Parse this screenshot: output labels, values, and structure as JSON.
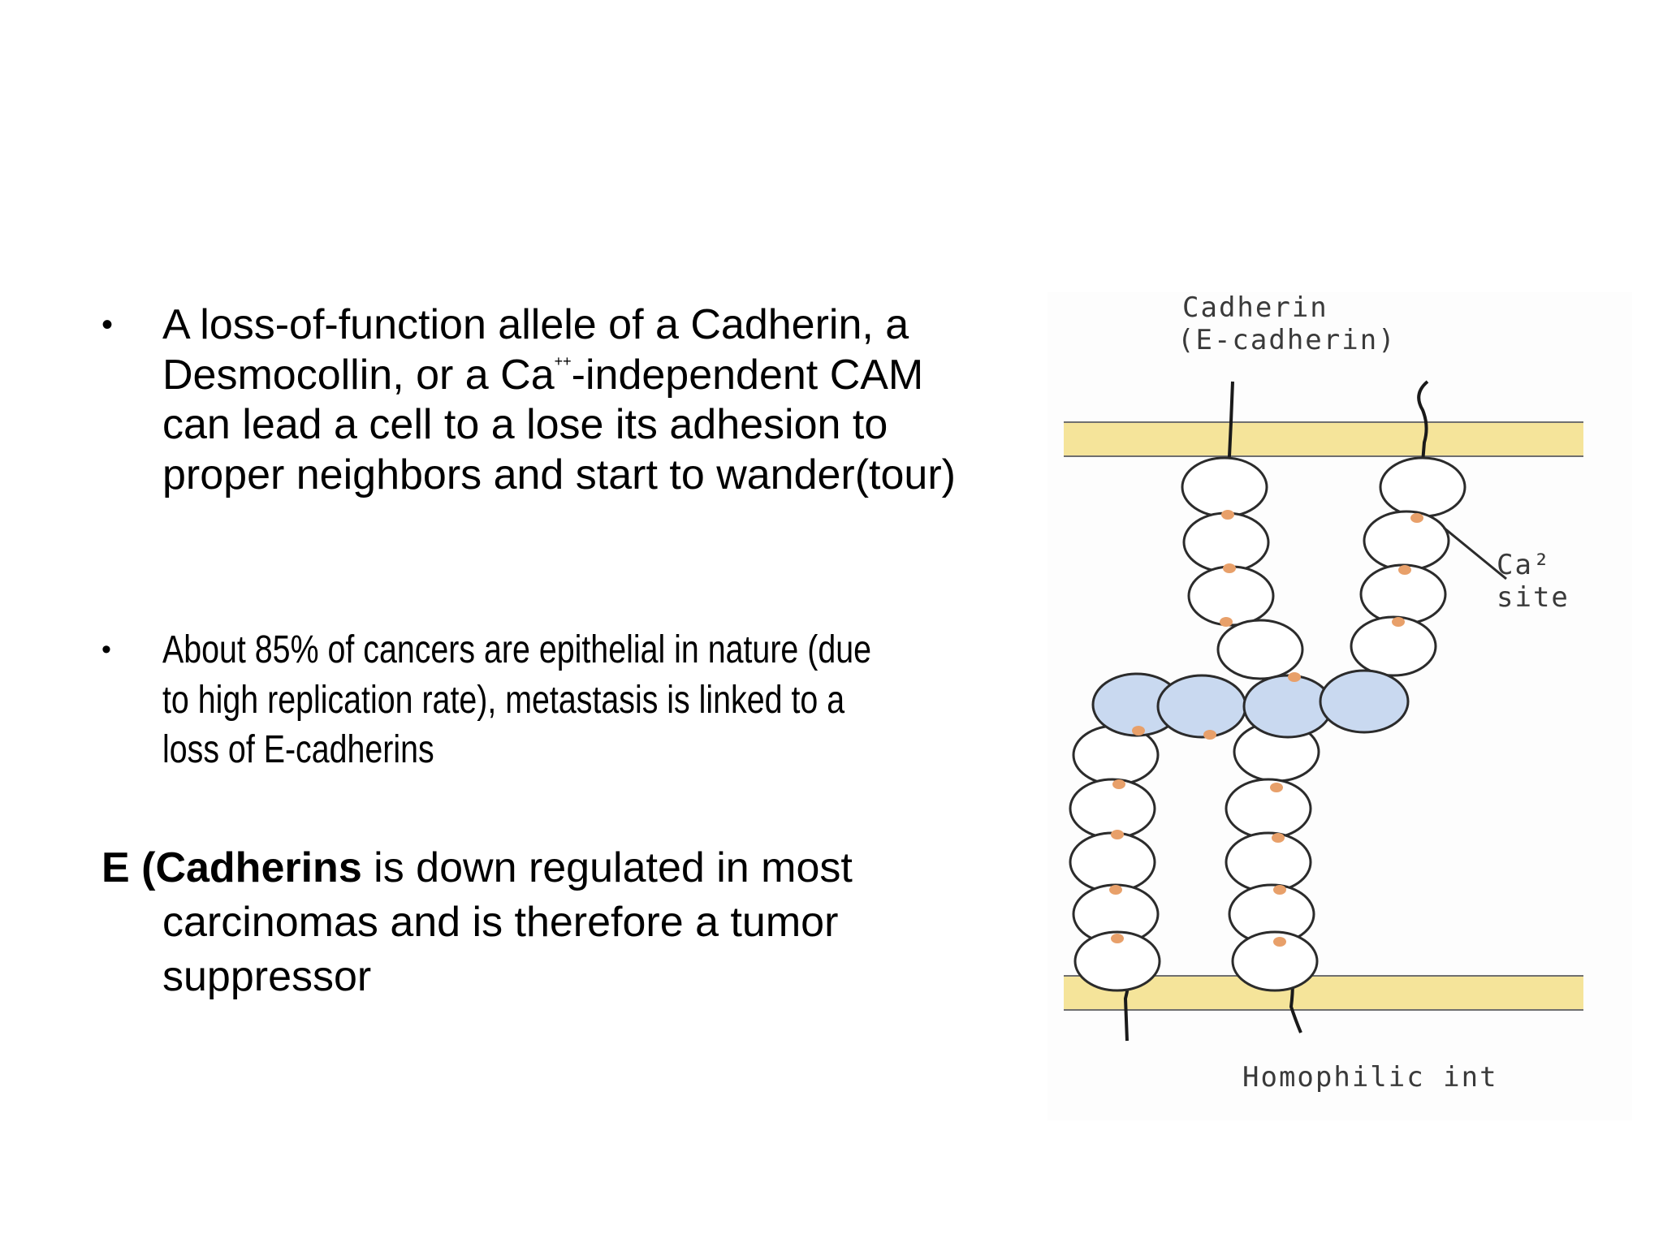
{
  "bullets": [
    {
      "marker": "•",
      "text_before_sup": "A loss-of-function allele of a Cadherin, a Desmocollin, or a Ca",
      "sup": "++",
      "text_after_sup": "-independent CAM can lead a cell to a lose its adhesion to proper neighbors and start to wander(tour)"
    },
    {
      "marker": "•",
      "text": "About 85% of cancers are epithelial in nature (due to high replication rate), metastasis is linked to a loss of E-cadherins"
    }
  ],
  "statement": {
    "bold": "E (Cadherins",
    "rest": " is down regulated in most",
    "continuation": "carcinomas and is therefore a tumor suppressor"
  },
  "figure": {
    "label_cadherin": "Cadherin",
    "label_ecadherin": "(E-cadherin)",
    "label_ca": "Ca²",
    "label_site": "site",
    "label_bottom": "Homophilic int",
    "colors": {
      "membrane": "#f5e49a",
      "membrane_edge": "#6f6f6f",
      "domain_fill": "#ffffff",
      "domain_stroke": "#2b2b2b",
      "interface_fill": "#c9d9f0",
      "calcium_site": "#e8a06a"
    }
  }
}
